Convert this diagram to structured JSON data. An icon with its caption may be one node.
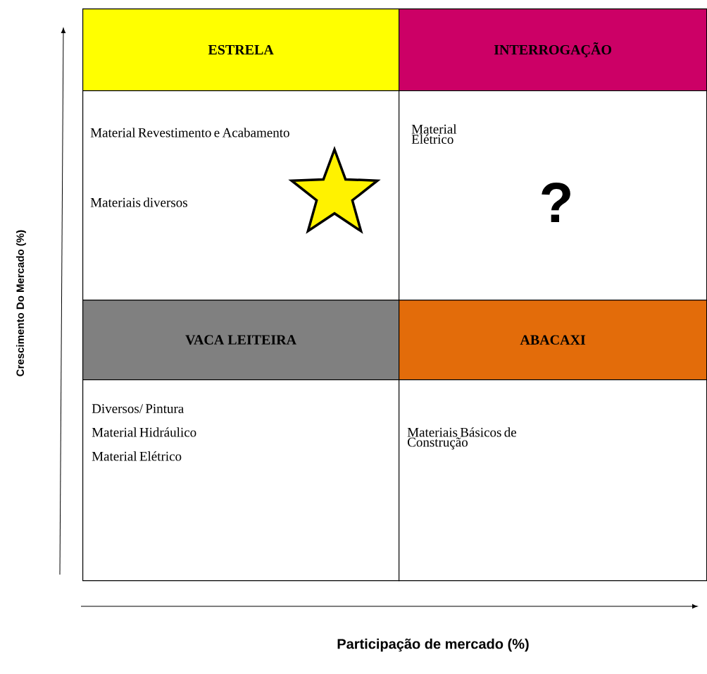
{
  "diagram": {
    "nodes": [
      {
        "text": [
          "ESTRELA"
        ]
      },
      {
        "text": [
          "INTERROGAÇÃO"
        ]
      },
      {
        "text": [
          "Material Revestimento e Acabamento",
          "Materiais diversos"
        ]
      },
      {
        "text": [
          "Material Elétrico"
        ]
      },
      {
        "text": [
          "VACA LEITEIRA"
        ]
      },
      {
        "text": [
          "ABACAXI"
        ]
      },
      {
        "text": [
          "Diversos/ Pintura",
          "Material Hidráulico",
          "Material Elétrico"
        ]
      },
      {
        "text": [
          "Materiais Básicos de Construção"
        ]
      }
    ],
    "labels": [
      "?",
      "Crescimento Do Mercado (%)",
      "Participação de mercado (%)"
    ]
  }
}
